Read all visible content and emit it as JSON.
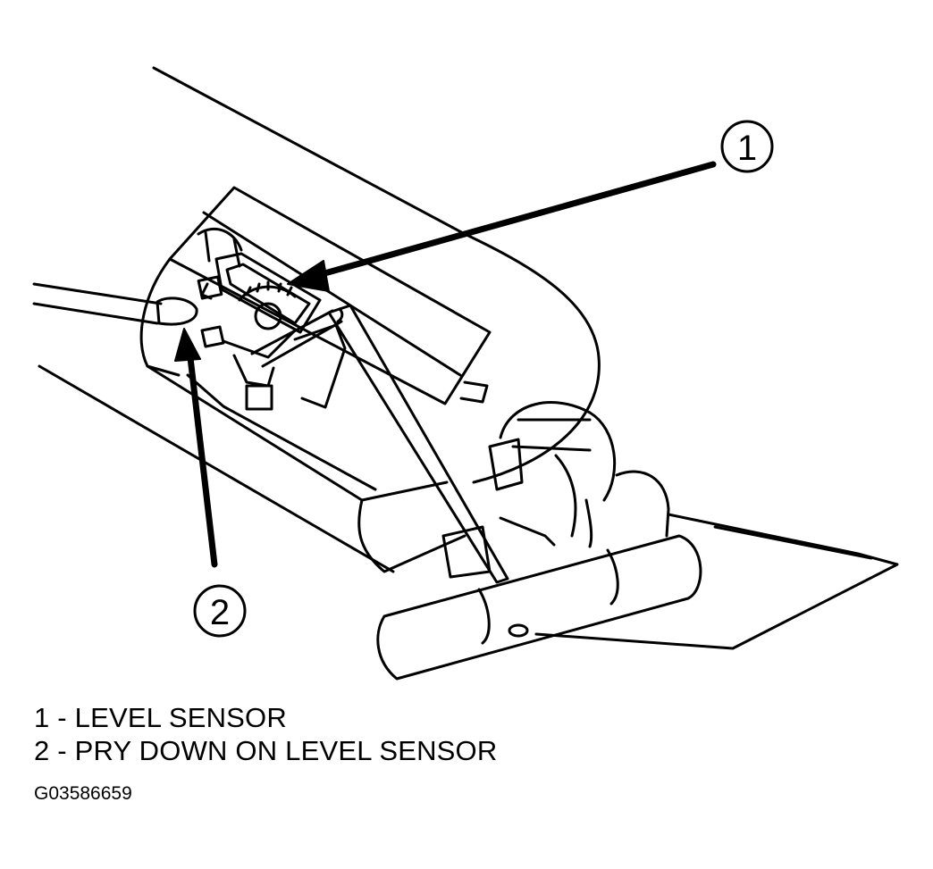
{
  "callouts": [
    {
      "number": "1"
    },
    {
      "number": "2"
    }
  ],
  "legend": [
    {
      "number": "1",
      "separator": "-",
      "text": "LEVEL SENSOR"
    },
    {
      "number": "2",
      "separator": "-",
      "text": "PRY DOWN ON LEVEL SENSOR"
    }
  ],
  "figure_id": "G03586659",
  "colors": {
    "line": "#000000",
    "background": "#ffffff"
  }
}
